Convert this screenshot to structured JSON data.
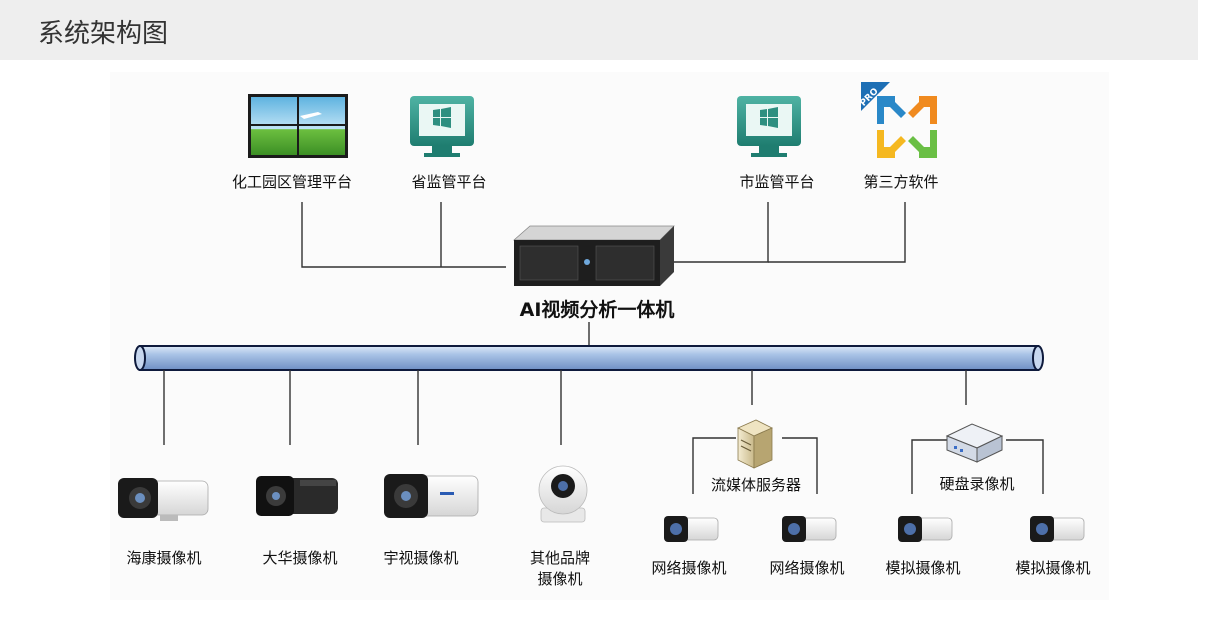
{
  "header": {
    "title": "系统架构图"
  },
  "diagram": {
    "top_nodes": {
      "chem_park": "化工园区管理平台",
      "province": "省监管平台",
      "city": "市监管平台",
      "third_party": "第三方软件"
    },
    "central": {
      "label": "AI视频分析一体机"
    },
    "cameras": {
      "hikvision": "海康摄像机",
      "dahua": "大华摄像机",
      "uniview": "宇视摄像机",
      "other_line1": "其他品牌",
      "other_line2": "摄像机"
    },
    "streaming": {
      "server": "流媒体服务器",
      "cam1": "网络摄像机",
      "cam2": "网络摄像机"
    },
    "recorder": {
      "device": "硬盘录像机",
      "cam1": "模拟摄像机",
      "cam2": "模拟摄像机"
    },
    "badge": "PRO"
  }
}
